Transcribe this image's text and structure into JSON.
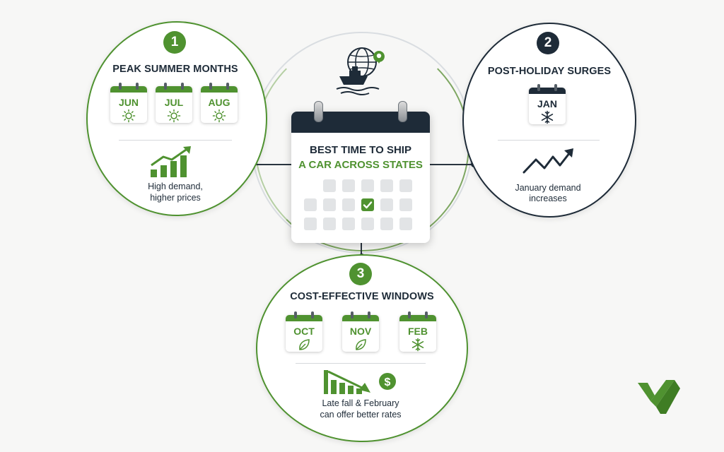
{
  "center": {
    "title_line1": "BEST TIME TO SHIP",
    "title_line2": "A CAR ACROSS STATES"
  },
  "sections": [
    {
      "number": "1",
      "title": "PEAK SUMMER MONTHS",
      "months": [
        {
          "label": "JUN",
          "icon": "sun-icon"
        },
        {
          "label": "JUL",
          "icon": "sun-icon"
        },
        {
          "label": "AUG",
          "icon": "sun-icon"
        }
      ],
      "description_line1": "High demand,",
      "description_line2": "higher prices",
      "chart_icon": "rising-bar-chart-icon"
    },
    {
      "number": "2",
      "title": "POST-HOLIDAY SURGES",
      "months": [
        {
          "label": "JAN",
          "icon": "snowflake-icon"
        }
      ],
      "description_line1": "January demand",
      "description_line2": "increases",
      "chart_icon": "trend-up-arrow-icon"
    },
    {
      "number": "3",
      "title": "COST-EFFECTIVE WINDOWS",
      "months": [
        {
          "label": "OCT",
          "icon": "leaf-icon"
        },
        {
          "label": "NOV",
          "icon": "leaf-icon"
        },
        {
          "label": "FEB",
          "icon": "snowflake-icon"
        }
      ],
      "description_line1": "Late fall & February",
      "description_line2": "can offer better rates",
      "chart_icon": "falling-bar-chart-with-dollar-icon"
    }
  ],
  "colors": {
    "green": "#4f9230",
    "navy": "#1e2b38",
    "background": "#f7f7f6"
  },
  "logo_icon": "brand-logo-icon"
}
